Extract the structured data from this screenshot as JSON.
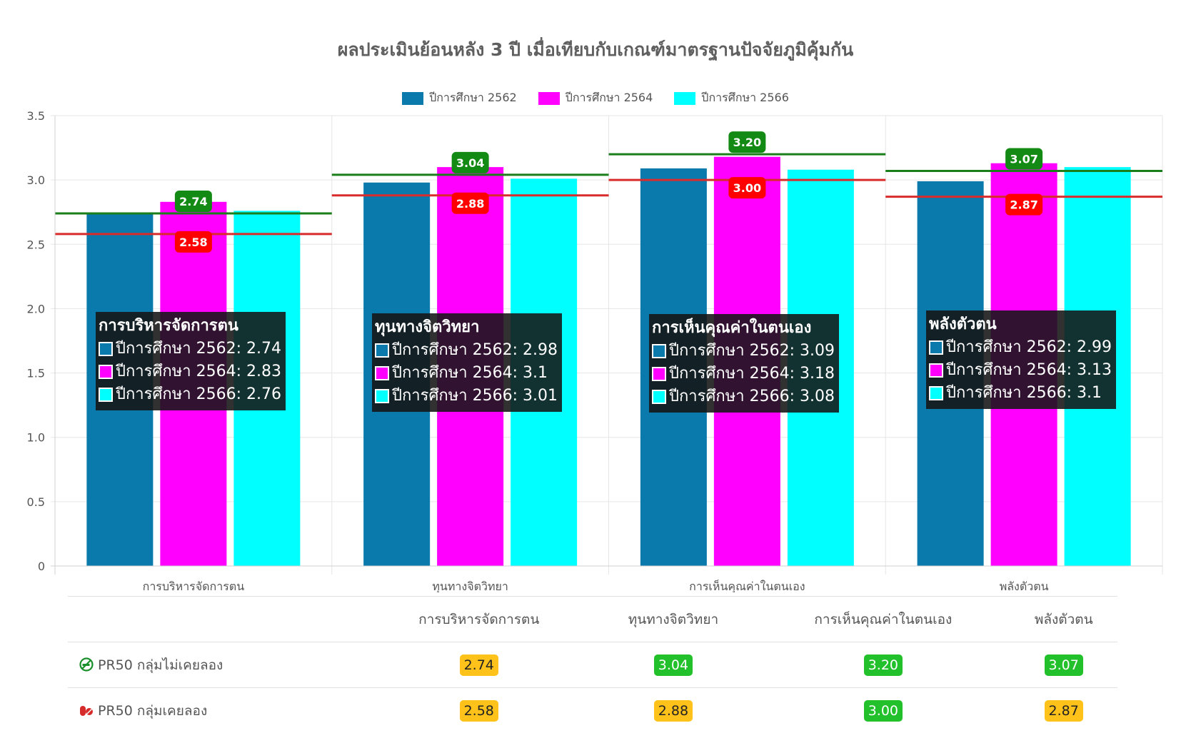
{
  "chart_data": {
    "type": "bar",
    "title": "ผลประเมินย้อนหลัง 3 ปี เมื่อเทียบกับเกณฑ์มาตรฐานปัจจัยภูมิคุ้มกัน",
    "categories": [
      "การบริหารจัดการตน",
      "ทุนทางจิตวิทยา",
      "การเห็นคุณค่าในตนเอง",
      "พลังตัวตน"
    ],
    "series": [
      {
        "name": "ปีการศึกษา 2562",
        "color": "#0a7aad",
        "values": [
          2.74,
          2.98,
          3.09,
          2.99
        ]
      },
      {
        "name": "ปีการศึกษา 2564",
        "color": "#ff00ff",
        "values": [
          2.83,
          3.1,
          3.18,
          3.13
        ]
      },
      {
        "name": "ปีการศึกษา 2566",
        "color": "#00ffff",
        "values": [
          2.76,
          3.01,
          3.08,
          3.1
        ]
      }
    ],
    "reference_lines": [
      {
        "color": "#1a7f1a",
        "label_bg": "#138a13",
        "values": [
          "2.74",
          "3.04",
          "3.20",
          "3.07"
        ]
      },
      {
        "color": "#d92b2b",
        "label_bg": "#ff0000",
        "values": [
          "2.58",
          "2.88",
          "3.00",
          "2.87"
        ]
      }
    ],
    "ylim": [
      0,
      3.5
    ],
    "yticks": [
      "0",
      "0.5",
      "1.0",
      "1.5",
      "2.0",
      "2.5",
      "3.0",
      "3.5"
    ],
    "grid": true,
    "legend_position": "top-center"
  },
  "tooltips": [
    {
      "title": "การบริหารจัดการตน",
      "rows": [
        "ปีการศึกษา 2562: 2.74",
        "ปีการศึกษา 2564: 2.83",
        "ปีการศึกษา 2566: 2.76"
      ]
    },
    {
      "title": "ทุนทางจิตวิทยา",
      "rows": [
        "ปีการศึกษา 2562: 2.98",
        "ปีการศึกษา 2564: 3.1",
        "ปีการศึกษา 2566: 3.01"
      ]
    },
    {
      "title": "การเห็นคุณค่าในตนเอง",
      "rows": [
        "ปีการศึกษา 2562: 3.09",
        "ปีการศึกษา 2564: 3.18",
        "ปีการศึกษา 2566: 3.08"
      ]
    },
    {
      "title": "พลังตัวตน",
      "rows": [
        "ปีการศึกษา 2562: 2.99",
        "ปีการศึกษา 2564: 3.13",
        "ปีการศึกษา 2566: 3.1"
      ]
    }
  ],
  "table": {
    "headers": [
      "",
      "การบริหารจัดการตน",
      "ทุนทางจิตวิทยา",
      "การเห็นคุณค่าในตนเอง",
      "พลังตัวตน"
    ],
    "rows": [
      {
        "label": "PR50 กลุ่มไม่เคยลอง",
        "icon": "no-smoking-icon",
        "cells": [
          {
            "value": "2.74",
            "status": "amber"
          },
          {
            "value": "3.04",
            "status": "green"
          },
          {
            "value": "3.20",
            "status": "green"
          },
          {
            "value": "3.07",
            "status": "green"
          }
        ]
      },
      {
        "label": "PR50 กลุ่มเคยลอง",
        "icon": "pills-icon",
        "cells": [
          {
            "value": "2.58",
            "status": "amber"
          },
          {
            "value": "2.88",
            "status": "amber"
          },
          {
            "value": "3.00",
            "status": "green"
          },
          {
            "value": "2.87",
            "status": "amber"
          }
        ]
      }
    ]
  },
  "colors": {
    "pill_green": "#22c02b",
    "pill_amber": "#ffc21a",
    "axis_text": "#555555",
    "grid": "#e6e6e6"
  }
}
